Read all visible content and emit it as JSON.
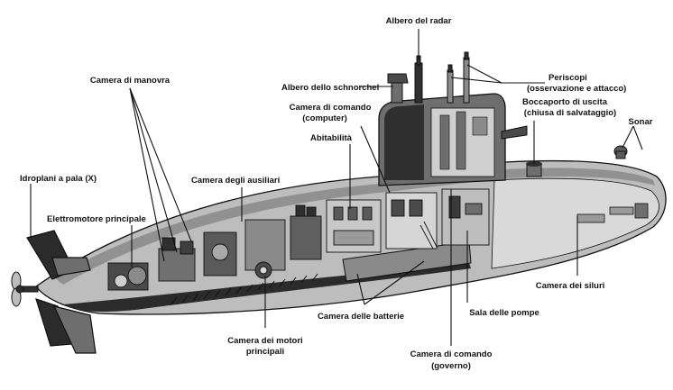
{
  "labels": {
    "radar_mast": "Albero del radar",
    "periscopes_l1": "Periscopi",
    "periscopes_l2": "(osservazione e attacco)",
    "maneuver_room": "Camera di manovra",
    "snorkel_mast": "Albero dello schnorchel",
    "control_room_computer_l1": "Camera di comando",
    "control_room_computer_l2": "(computer)",
    "escape_hatch_l1": "Boccaporto di uscita",
    "escape_hatch_l2": "(chiusa di salvataggio)",
    "sonar": "Sonar",
    "habitability": "Abitabilità",
    "dive_planes": "Idroplani a pala (X)",
    "auxiliary_room": "Camera degli ausiliari",
    "main_electric_motor": "Elettromotore principale",
    "torpedo_room": "Camera dei siluri",
    "battery_room": "Camera delle batterie",
    "pump_room": "Sala delle pompe",
    "main_engine_room_l1": "Camera dei motori",
    "main_engine_room_l2": "principali",
    "control_room_steering_l1": "Camera di comando",
    "control_room_steering_l2": "(governo)"
  }
}
